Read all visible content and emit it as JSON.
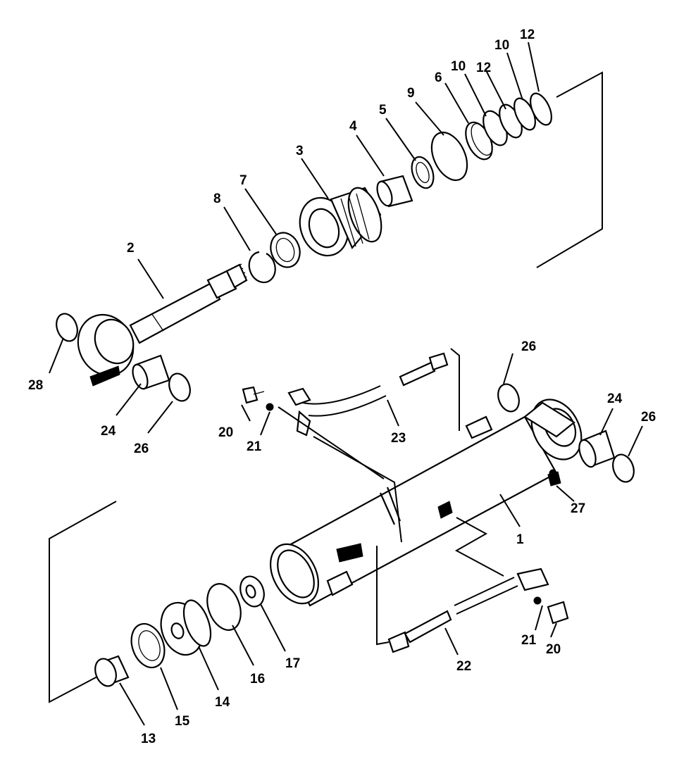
{
  "diagram": {
    "type": "exploded-parts-view",
    "subject": "hydraulic-cylinder",
    "callouts": [
      "1",
      "2",
      "3",
      "4",
      "5",
      "6",
      "7",
      "8",
      "9",
      "10",
      "10",
      "12",
      "12",
      "13",
      "14",
      "15",
      "16",
      "17",
      "20",
      "20",
      "21",
      "21",
      "22",
      "23",
      "24",
      "24",
      "26",
      "26",
      "26",
      "27"
    ]
  },
  "labels": {
    "l1": "1",
    "l2": "2",
    "l3": "3",
    "l4": "4",
    "l5": "5",
    "l6": "6",
    "l7": "7",
    "l8": "8",
    "l9": "9",
    "l10a": "10",
    "l10b": "10",
    "l12a": "12",
    "l12b": "12",
    "l13": "13",
    "l14": "14",
    "l15": "15",
    "l16": "16",
    "l17": "17",
    "l20a": "20",
    "l20b": "20",
    "l21a": "21",
    "l21b": "21",
    "l22": "22",
    "l23": "23",
    "l24a": "24",
    "l24b": "24",
    "l26a": "26",
    "l26b": "26",
    "l26c": "26",
    "l27": "27"
  }
}
